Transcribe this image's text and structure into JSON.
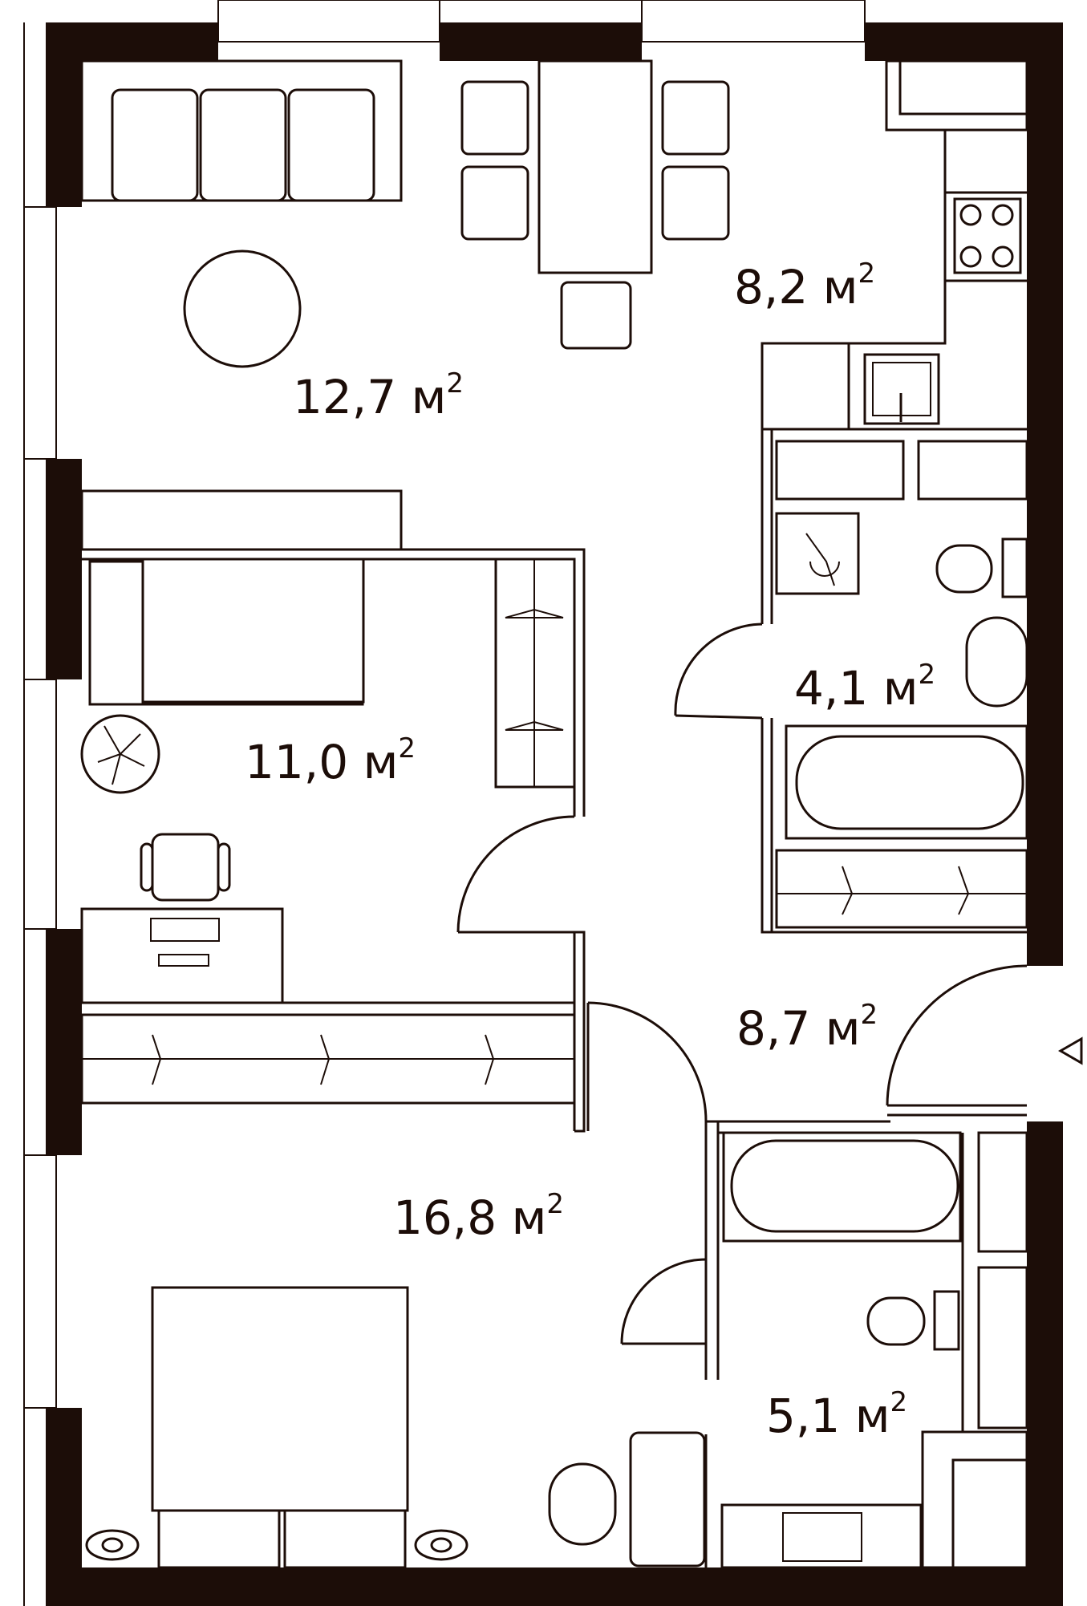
{
  "plan": {
    "colors": {
      "wall": "#1c0d08",
      "background": "#ffffff"
    },
    "rooms": [
      {
        "id": "living",
        "area": "12,7",
        "unit": "м",
        "sup": "2"
      },
      {
        "id": "kitchen",
        "area": "8,2",
        "unit": "м",
        "sup": "2"
      },
      {
        "id": "bath1",
        "area": "4,1",
        "unit": "м",
        "sup": "2"
      },
      {
        "id": "bedroom1",
        "area": "11,0",
        "unit": "м",
        "sup": "2"
      },
      {
        "id": "hall",
        "area": "8,7",
        "unit": "м",
        "sup": "2"
      },
      {
        "id": "bedroom2",
        "area": "16,8",
        "unit": "м",
        "sup": "2"
      },
      {
        "id": "bath2",
        "area": "5,1",
        "unit": "м",
        "sup": "2"
      }
    ],
    "entrance_icon": "triangle-left-icon"
  }
}
